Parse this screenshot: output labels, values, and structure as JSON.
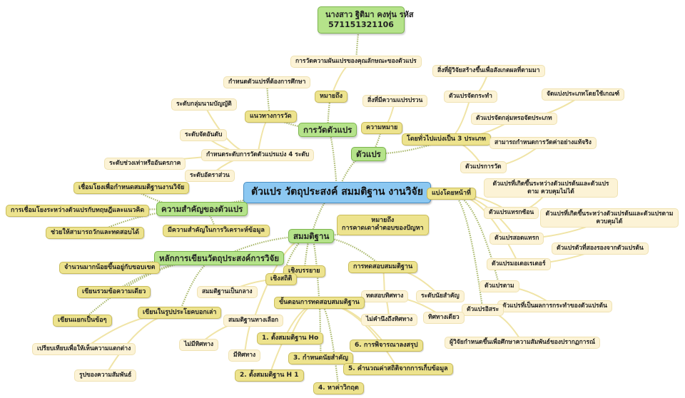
{
  "author": {
    "line1": "นางสาว ฐิติมา คงทุ่น รหัส",
    "line2": "571151321106"
  },
  "root": "ตัวแปร วัตถุประสงค์ สมมติฐาน งานวิจัย",
  "measure": {
    "title": "การวัดตัวแปร",
    "meaning_label": "หมายถึง",
    "meaning_text": "การวัดความผันแปรของคุณลักษณะของตัวแปร",
    "approach": "แนวทางการวัด",
    "define_vars": "กำหนดตัวแปรที่ต้องการศึกษา",
    "levels": "กำหนดระดับการวัดตัวแปรแบ่ง 4 ระดับ",
    "level_items": [
      "ระดับกลุ่มนามบัญญัติ",
      "ระดับจัดอันดับ",
      "ระดับช่วงเท่าหรืออันตรภาค",
      "ระดับอัตราส่วน"
    ]
  },
  "variable": {
    "title": "ตัวแปร",
    "meaning": "ความหมาย",
    "meaning_text": "สิ่งที่มีความแปรปรวน",
    "types3": "โดยทั่วไปแบ่งเป็น 3 ประเภท",
    "manipulated": "ตัวแปรจัดกระทำ",
    "manipulated_desc": "สิ่งที่ผู้วิจัยสร้างขึ้นเพื่อสังเกตผลที่ตามมา",
    "categorical": "ตัวแปรจัดกลุ่มหรอจัดประเภท",
    "categorical_desc": "จัดแบ่งประเภทโดยใช้เกณฑ์",
    "measured": "ตัวแปรการวัด",
    "measured_desc": "สามารถกำหนดการวัดค่าอย่างแท้จริง",
    "by_function": "แบ่งโดยหน้าที่",
    "confounding": "ตัวแปรแทรกซ้อน",
    "confounding_desc": "ตัวแปรที่เกิดขึ้นระหว่างตัวแปรต้นและตัวแปรตาม ควบคุมไม่ได้",
    "intervening": "ตัวแปรสอดแทรก",
    "intervening_desc": "ตัวแปรที่เกิดขึ้นระหว่างตัวแปรต้นและตัวแปรตาม ควบคุมได้",
    "moderator": "ตัวแปรมอเดอเรเตอร์",
    "moderator_desc": "ตัวแปรตัวที่สองรองจากตัวแปรต้น",
    "dependent": "ตัวแปรตาม",
    "dependent_desc": "ตัวแปรที่เป็นผลการกระทำของตัวแปรต้น",
    "independent": "ตัวแปรอิสระ",
    "independent_desc": "ผู้วิจัยกำหนดขึ้นเพื่อศึกษาความสัมพันธ์ของปรากฏการณ์"
  },
  "importance": {
    "title": "ความสำคัญของตัวแปร",
    "items": [
      "เชื่อมโยงเพื่อกำหนดสมมติฐานงานวิจัย",
      "การเชื่อมโยงระหว่างตัวแปรกับทฤษฎีและแนวคิด",
      "ช่วยให้สามารถวักและทดสอบได้",
      "มีความสำคัญในการวิเคราะห์ข้อมูล"
    ]
  },
  "objective": {
    "title": "หลักการเขียนวัตถุประสงค์การวิจัย",
    "items": [
      "จำนวนมากน้อยขึ้นอยู่กับขอบเขต",
      "เขียนรวมข้อความเดียว",
      "เขียนแยกเป็นข้อๆ"
    ],
    "narrative": "เขียนในรูปประโยคบอกเล่า",
    "narrative_items": [
      "เปรียบเทียบเพื่อให้เห็นความแตกต่าง",
      "รูปของความสัมพันธ์"
    ]
  },
  "hypothesis": {
    "title": "สมมติฐาน",
    "meaning": "หมายถึง\nการคาดเดาคำตอบของปัญหา",
    "descriptive": "เชิงบรรยาย",
    "statistical": "เชิงสถิติ",
    "null": "สมมติฐานเป็นกลาง",
    "alternative": "สมมติฐานทางเลือก",
    "alt_items": [
      "ไม่มีทิศทาง",
      "มีทิศทาง"
    ],
    "testing": "การทดสอบสมมติฐาน",
    "two_tailed": "ทดสอบทิศทาง",
    "two_tailed_desc": "ไม่คำนึงถึงทิศทาง",
    "significance": "ระดับนัยสำคัญ",
    "one_tailed": "ทิศทางเดียว",
    "steps_title": "ขั้นตอนการทดสอบสมมติฐาน",
    "steps": [
      "1. ตั้งสมมติฐาน Ho",
      "2. ตั้งสมมติฐาน H 1",
      "3. กำหนดนัยสำคัญ",
      "4. หาค่าวิกฤต",
      "5. คำนวณค่าสถิติจากการเก็บข้อมูล",
      "6. การพิจารณาลงสรุป"
    ]
  }
}
